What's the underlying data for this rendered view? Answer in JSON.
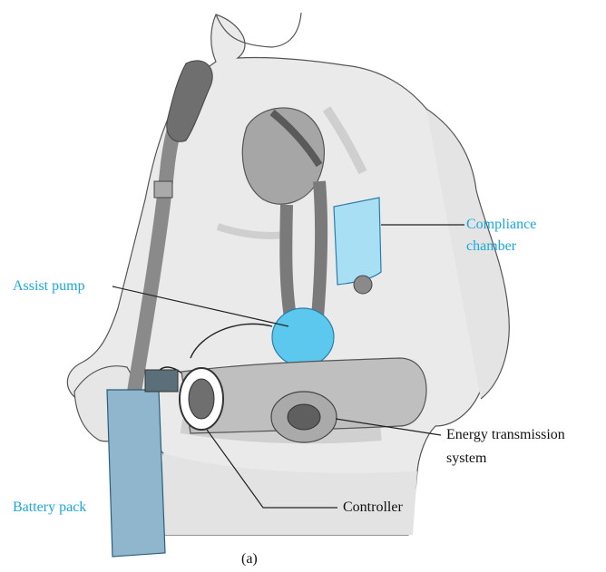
{
  "labels": {
    "compliance_line1": "Compliance",
    "compliance_line2": "chamber",
    "assist_pump": "Assist pump",
    "energy_line1": "Energy transmission",
    "energy_line2": "system",
    "controller": "Controller",
    "battery_pack": "Battery pack",
    "caption": "(a)"
  },
  "colors": {
    "blue_label": "#1aa7e0",
    "black_label": "#111111",
    "body_fill": "#e9e9e9",
    "skin_shadow": "#cfcfcf",
    "device_gray": "#8d8d8d",
    "strap_gray": "#6f6f6f",
    "pump_blue": "#5cc8ee",
    "chamber_blue": "#a9dff5",
    "battery_blue": "#8fb6cc"
  }
}
